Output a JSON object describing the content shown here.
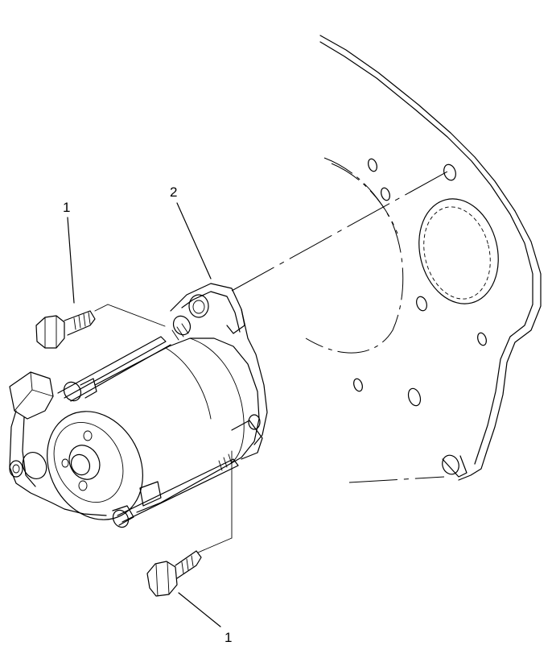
{
  "callouts": {
    "bolt_upper": "1",
    "starter_motor": "2",
    "bolt_lower": "1"
  }
}
